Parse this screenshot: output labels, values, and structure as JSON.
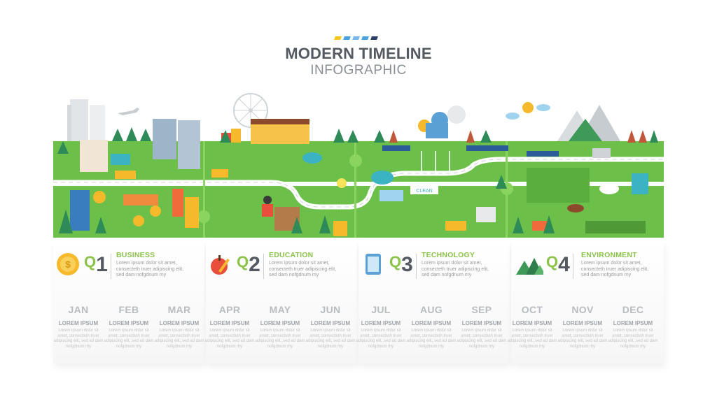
{
  "header": {
    "title": "MODERN TIMELINE",
    "subtitle": "INFOGRAPHIC",
    "accent_colors": [
      "#f5c518",
      "#4aa3df",
      "#7bb5e8",
      "#4aa3df",
      "#2c3e6b"
    ]
  },
  "map": {
    "sign_text": "CLEAN"
  },
  "quarters": [
    {
      "code": "1",
      "q": "Q",
      "name": "BUSINESS",
      "desc": "Lorem ipsum dolor sit amet, consecteth truer adipiscing elit, sed dam nofgdnum my",
      "color": "#8bc34a",
      "icon": "gold-coin-icon"
    },
    {
      "code": "2",
      "q": "Q",
      "name": "EDUCATION",
      "desc": "Lorem ipsum dolor sit amet, consecteth truer adipiscing elit, sed dam nofgdnum my",
      "color": "#8bc34a",
      "icon": "apple-pencil-icon"
    },
    {
      "code": "3",
      "q": "Q",
      "name": "TECHNOLOGY",
      "desc": "Lorem ipsum dolor sit amet, consecteth truer adipiscing elit, sed dam nofgdnum my",
      "color": "#8bc34a",
      "icon": "tablet-icon"
    },
    {
      "code": "4",
      "q": "Q",
      "name": "ENVIRONMENT",
      "desc": "Lorem ipsum dolor sit amet, consecteth truer adipiscing elit, sed dam nofgdnum my",
      "color": "#8bc34a",
      "icon": "mountains-icon"
    }
  ],
  "months": [
    {
      "name": "JAN",
      "heading": "LOREM IPSUM",
      "body": "Lorem ipsum dolor sit amet, consecteth truer adipiscing elit, sed ad dam nofgdnum my"
    },
    {
      "name": "FEB",
      "heading": "LOREM IPSUM",
      "body": "Lorem ipsum dolor sit amet, consecteth truer adipiscing elit, sed ad dam nofgdnum my"
    },
    {
      "name": "MAR",
      "heading": "LOREM IPSUM",
      "body": "Lorem ipsum dolor sit amet, consecteth truer adipiscing elit, sed ad dam nofgdnum my"
    },
    {
      "name": "APR",
      "heading": "LOREM IPSUM",
      "body": "Lorem ipsum dolor sit amet, consecteth truer adipiscing elit, sed ad dam nofgdnum my"
    },
    {
      "name": "MAY",
      "heading": "LOREM IPSUM",
      "body": "Lorem ipsum dolor sit amet, consecteth truer adipiscing elit, sed ad dam nofgdnum my"
    },
    {
      "name": "JUN",
      "heading": "LOREM IPSUM",
      "body": "Lorem ipsum dolor sit amet, consecteth truer adipiscing elit, sed ad dam nofgdnum my"
    },
    {
      "name": "JUL",
      "heading": "LOREM IPSUM",
      "body": "Lorem ipsum dolor sit amet, consecteth truer adipiscing elit, sed ad dam nofgdnum my"
    },
    {
      "name": "AUG",
      "heading": "LOREM IPSUM",
      "body": "Lorem ipsum dolor sit amet, consecteth truer adipiscing elit, sed ad dam nofgdnum my"
    },
    {
      "name": "SEP",
      "heading": "LOREM IPSUM",
      "body": "Lorem ipsum dolor sit amet, consecteth truer adipiscing elit, sed ad dam nofgdnum my"
    },
    {
      "name": "OCT",
      "heading": "LOREM IPSUM",
      "body": "Lorem ipsum dolor sit amet, consecteth truer adipiscing elit, sed ad dam nofgdnum my"
    },
    {
      "name": "NOV",
      "heading": "LOREM IPSUM",
      "body": "Lorem ipsum dolor sit amet, consecteth truer adipiscing elit, sed ad dam nofgdnum my"
    },
    {
      "name": "DEC",
      "heading": "LOREM IPSUM",
      "body": "Lorem ipsum dolor sit amet, consecteth truer adipiscing elit, sed ad dam nofgdnum my"
    }
  ],
  "colors": {
    "grass": "#6cc04a",
    "grass_light": "#8bd45f",
    "road": "#ffffff",
    "water": "#3bb3c3",
    "tree": "#2e8b57",
    "quarter_number": "#555a62"
  }
}
